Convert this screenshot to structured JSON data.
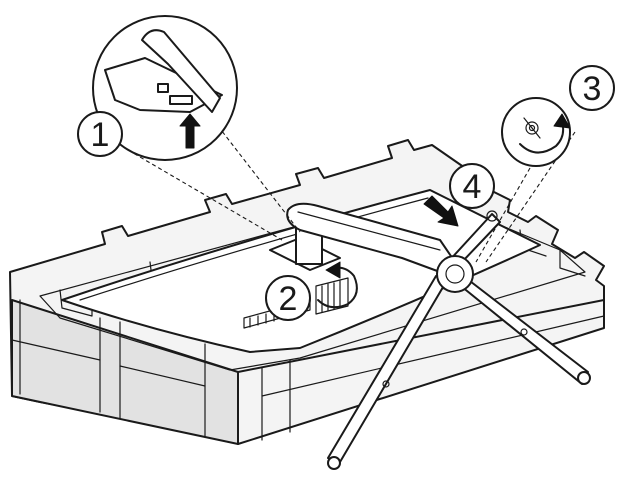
{
  "steps": [
    {
      "label": "1",
      "icon": "up-arrow-icon"
    },
    {
      "label": "2",
      "icon": "rotate-arrow-icon"
    },
    {
      "label": "3",
      "icon": "rotate-screw-icon"
    },
    {
      "label": "4",
      "icon": "down-arrow-icon"
    }
  ],
  "colors": {
    "line": "#1a1a1a",
    "fill": "#ffffff",
    "box_fill": "#f4f4f4"
  }
}
